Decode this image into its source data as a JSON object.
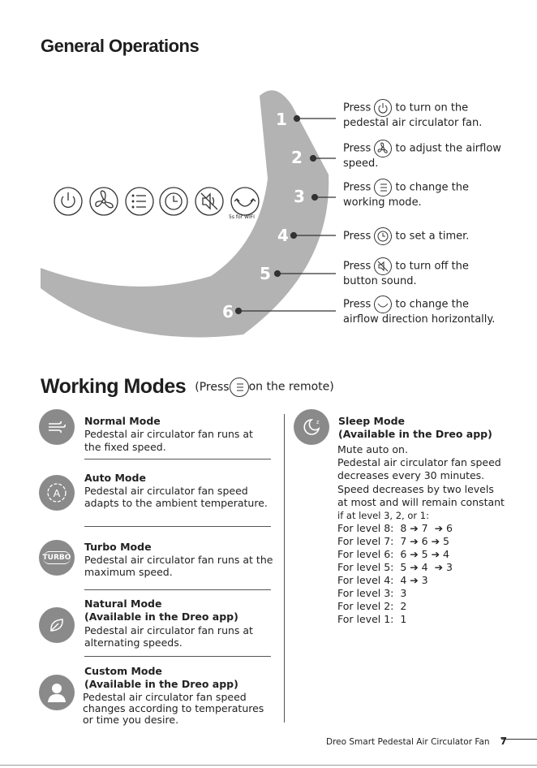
{
  "headings": {
    "general": "General Operations",
    "working": "Working Modes",
    "working_note_pre": "(Press",
    "working_note_post": "on the remote)"
  },
  "panel": {
    "wifi_label": "5s for WIFI",
    "numbers": [
      "1",
      "2",
      "3",
      "4",
      "5",
      "6"
    ]
  },
  "ops": [
    {
      "pre": "Press",
      "post": "to turn on the",
      "line2": "pedestal air circulator fan.",
      "icon": "power-icon"
    },
    {
      "pre": "Press",
      "post": "to adjust the airflow",
      "line2": "speed.",
      "icon": "fan-icon"
    },
    {
      "pre": "Press",
      "post": "to change the",
      "line2": "working mode.",
      "icon": "mode-icon"
    },
    {
      "pre": "Press",
      "post": "to set a timer.",
      "line2": "",
      "icon": "timer-icon"
    },
    {
      "pre": "Press",
      "post": "to turn off the",
      "line2": "button sound.",
      "icon": "mute-icon"
    },
    {
      "pre": "Press",
      "post": "to change the",
      "line2": "airflow direction horizontally.",
      "icon": "oscillate-icon"
    }
  ],
  "modes_left": [
    {
      "title": "Normal Mode",
      "sub": "",
      "desc": [
        "Pedestal air circulator fan runs at",
        "the fixed speed."
      ],
      "icon": "wind-icon"
    },
    {
      "title": "Auto Mode",
      "sub": "",
      "desc": [
        "Pedestal air circulator fan speed",
        "adapts to the ambient temperature."
      ],
      "icon": "auto-icon"
    },
    {
      "title": "Turbo Mode",
      "sub": "",
      "desc": [
        "Pedestal air circulator fan runs at the",
        "maximum speed."
      ],
      "icon": "turbo-icon",
      "icon_text": "TURBO"
    },
    {
      "title": "Natural Mode",
      "sub": "(Available in the Dreo app)",
      "desc": [
        "Pedestal air circulator fan runs at",
        "alternating speeds."
      ],
      "icon": "leaf-icon"
    },
    {
      "title": "Custom Mode",
      "sub": "(Available in the Dreo app)",
      "desc": [
        "Pedestal air circulator fan speed",
        "changes according to temperatures",
        "or time you desire."
      ],
      "icon": "user-icon"
    }
  ],
  "sleep": {
    "title": "Sleep Mode",
    "sub": "(Available in the Dreo app)",
    "desc": [
      "Mute auto on.",
      "Pedestal air circulator fan speed",
      "decreases every 30 minutes.",
      "Speed decreases by two levels",
      "at most and will remain constant",
      "if at level 3, 2, or 1:"
    ],
    "levels": [
      "For level 8:  8 ➔ 7  ➔ 6",
      "For level 7:  7 ➔ 6 ➔ 5",
      "For level 6:  6 ➔ 5 ➔ 4",
      "For level 5:  5 ➔ 4  ➔ 3",
      "For level 4:  4 ➔ 3",
      "For level 3:  3",
      "For level 2:  2",
      "For level 1:  1"
    ],
    "icon": "moon-icon"
  },
  "footer": {
    "text": "Dreo Smart Pedestal Air Circulator Fan",
    "page": "7"
  },
  "colors": {
    "arc": "#b3b3b3",
    "icon_bg": "#8a8a8a",
    "text": "#222222"
  }
}
